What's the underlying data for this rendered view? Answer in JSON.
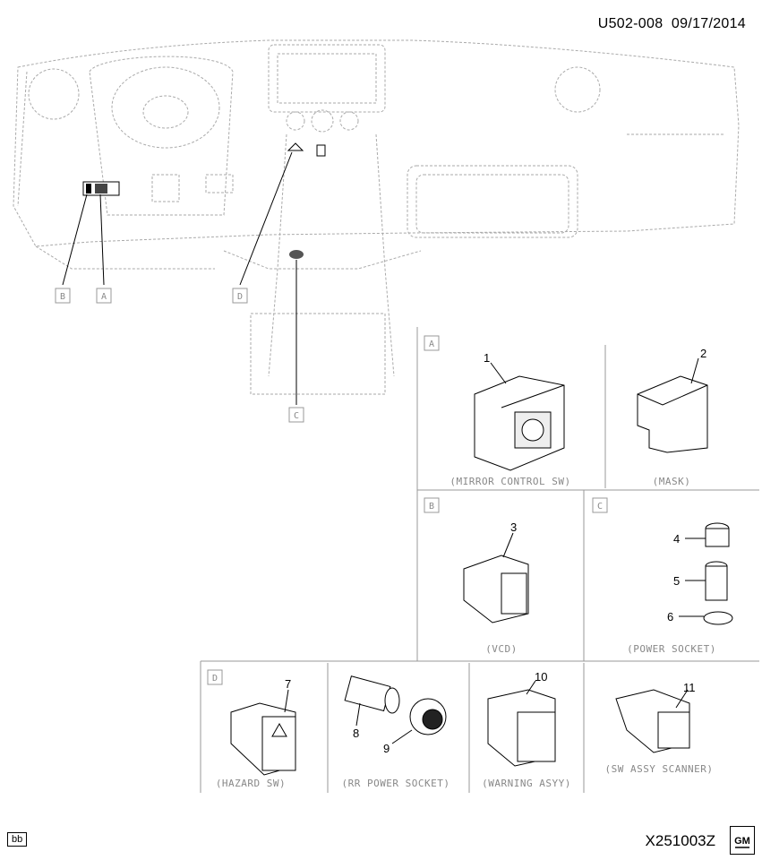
{
  "header": {
    "doc_id": "U502-008",
    "date": "09/17/2014"
  },
  "footer": {
    "code": "bb",
    "illustration_id": "X251003Z",
    "logo_text": "GM"
  },
  "callouts": [
    "A",
    "B",
    "C",
    "D"
  ],
  "panels": [
    {
      "letter": "A",
      "items": [
        {
          "number": "1",
          "caption": "(MIRROR CONTROL SW)"
        },
        {
          "number": "2",
          "caption": "(MASK)"
        }
      ]
    },
    {
      "letter": "B",
      "items": [
        {
          "number": "3",
          "caption": "(VCD)"
        }
      ]
    },
    {
      "letter": "C",
      "items": [
        {
          "number": "4"
        },
        {
          "number": "5"
        },
        {
          "number": "6",
          "caption": "(POWER SOCKET)"
        }
      ]
    },
    {
      "letter": "D",
      "items": [
        {
          "number": "7",
          "caption": "(HAZARD SW)"
        }
      ]
    },
    {
      "letter": "",
      "items": [
        {
          "number": "8"
        },
        {
          "number": "9",
          "caption": "(RR POWER SOCKET)"
        }
      ]
    },
    {
      "letter": "",
      "items": [
        {
          "number": "10",
          "caption": "(WARNING ASYY)"
        }
      ]
    },
    {
      "letter": "",
      "items": [
        {
          "number": "11",
          "caption": "(SW ASSY SCANNER)"
        }
      ]
    }
  ]
}
